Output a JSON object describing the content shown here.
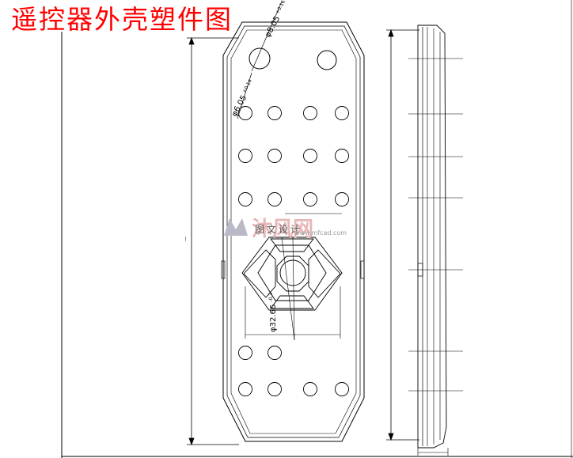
{
  "title": "遥控器外壳塑件图",
  "watermark": {
    "logo_text": "沐风网",
    "subtitle": "图文设计",
    "url": "www.mfcad.com"
  },
  "front_view": {
    "dimensions": {
      "large_hole_dia": "φ8.05",
      "large_hole_tol": "+0.16",
      "small_hole_dia": "φ6.05",
      "small_hole_tol": "+0.14",
      "center_opening_dia": "φ32.66",
      "center_opening_tol": "-0.2"
    },
    "button_grid": {
      "cols": [
        310,
        347,
        392,
        432
      ],
      "rows_upper": [
        143,
        197,
        252
      ],
      "rows_lower": [
        446,
        492
      ]
    }
  },
  "colors": {
    "title": "#ff0000",
    "line": "#000000",
    "background": "#ffffff"
  }
}
